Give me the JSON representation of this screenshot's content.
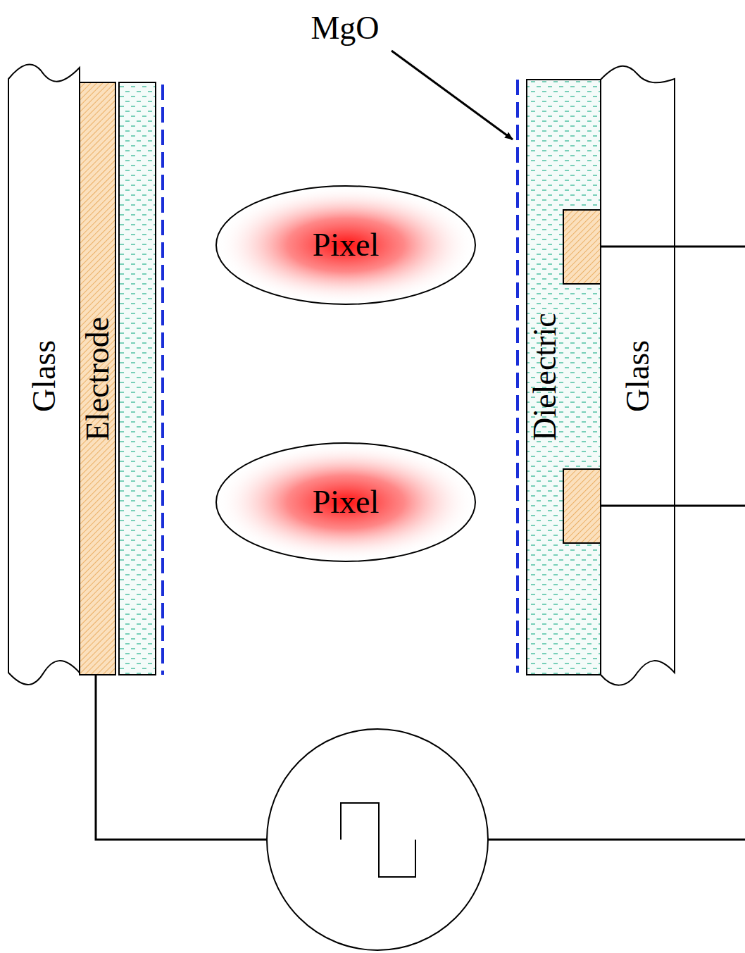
{
  "diagram": {
    "nodes": [
      {
        "text": [
          "Glass"
        ]
      },
      {
        "text": [
          "Electrode"
        ]
      },
      {
        "text": [
          "Pixel"
        ]
      },
      {
        "text": [
          "Pixel"
        ]
      },
      {
        "text": [
          "Dielectric"
        ]
      },
      {
        "text": [
          "Glass"
        ]
      }
    ],
    "labels": [
      "MgO"
    ]
  }
}
